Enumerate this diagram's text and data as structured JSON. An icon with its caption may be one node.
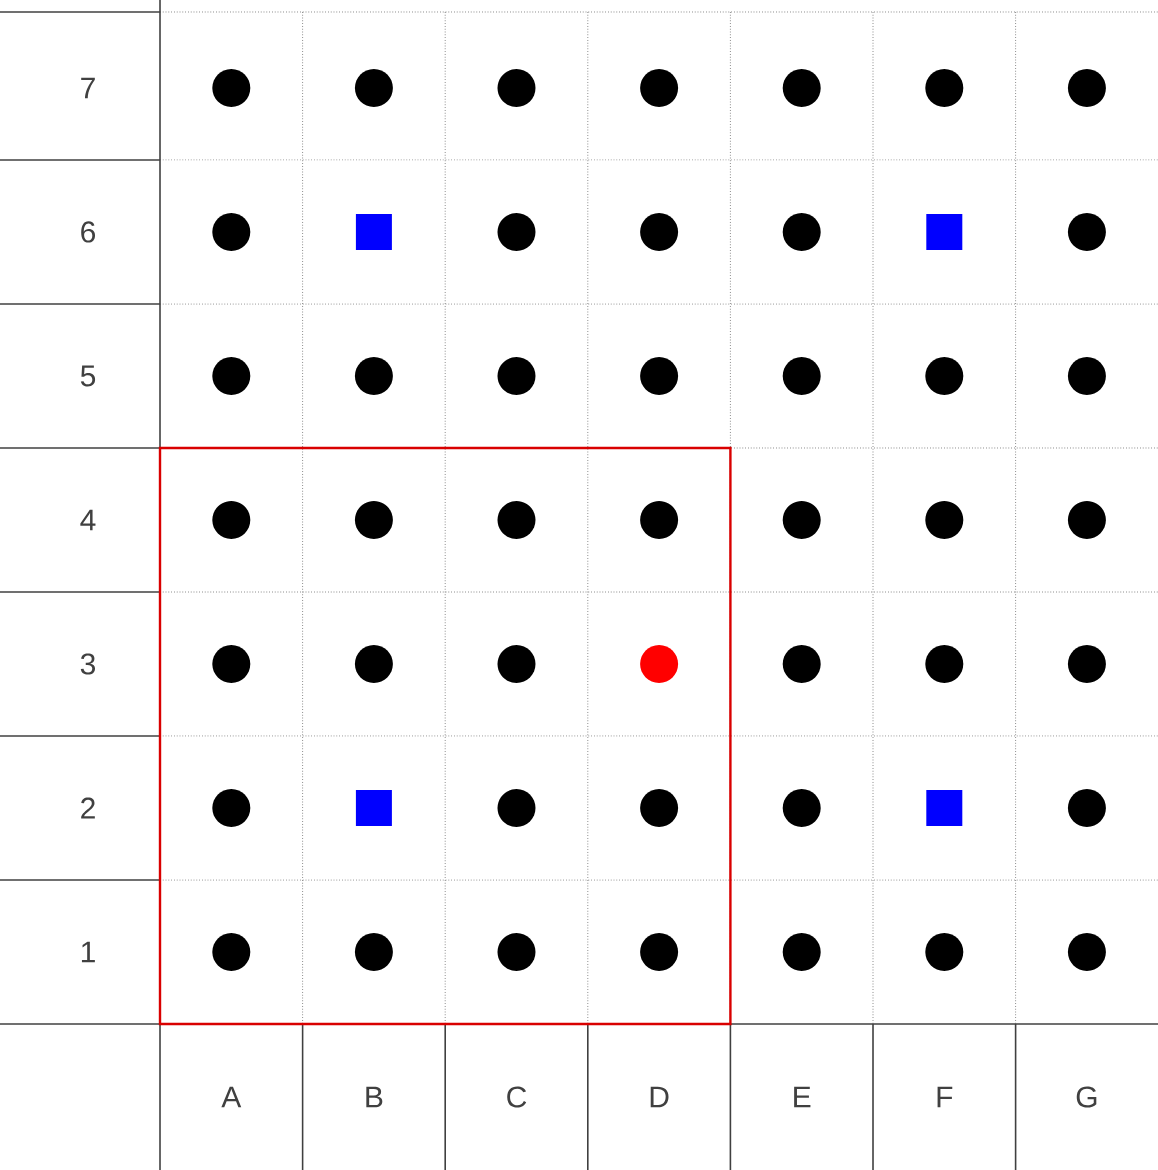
{
  "diagram": {
    "labels": [
      "7",
      "6",
      "5",
      "4",
      "3",
      "2",
      "1",
      "A",
      "B",
      "C",
      "D",
      "E",
      "F",
      "G"
    ]
  }
}
